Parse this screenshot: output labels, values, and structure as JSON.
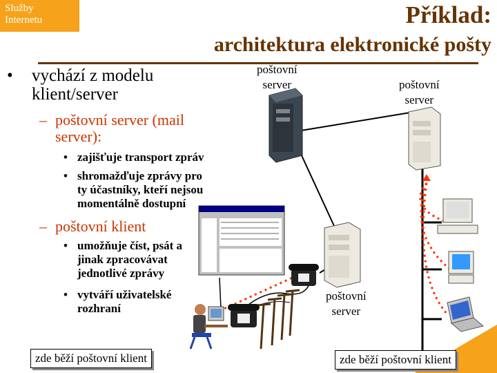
{
  "corner_label": "Služby\nInternetu",
  "title_line1": "Příklad:",
  "title_line2": "architektura elektronické pošty",
  "bullets": {
    "l1": [
      "vychází z modelu",
      "klient/server"
    ],
    "l2a": [
      "poštovní server (mail",
      "server):"
    ],
    "l3a": [
      "zajišťuje transport zpráv"
    ],
    "l3b": [
      "shromažďuje zprávy pro",
      "ty účastníky, kteří nejsou",
      "momentálně dostupní"
    ],
    "l2b": [
      "poštovní klient"
    ],
    "l3c": [
      "umožňuje číst, psát a",
      "jinak zpracovávat",
      "jednotlivé zprávy"
    ],
    "l3d": [
      "vytváří uživatelské",
      "rozhraní"
    ]
  },
  "server_labels": {
    "top_left": [
      "poštovní",
      "server"
    ],
    "top_right": [
      "poštovní",
      "server"
    ],
    "bottom": [
      "poštovní",
      "server"
    ]
  },
  "client_box_left": "zde běží poštovní klient",
  "client_box_right": "zde běží poštovní klient",
  "colors": {
    "accent": "#f7a21b",
    "title": "#663300",
    "sub": "#cc3300",
    "dots": "#ff3300"
  }
}
